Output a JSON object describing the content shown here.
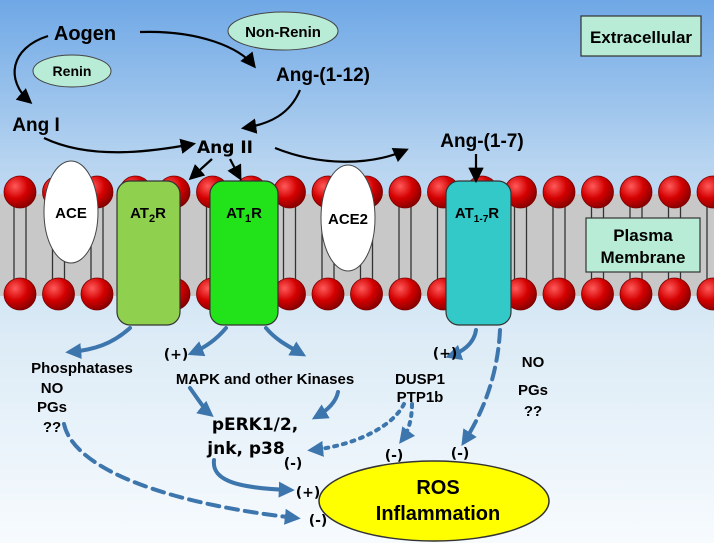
{
  "labels": {
    "extracellular": "Extracellular",
    "plasma_membrane_line1": "Plasma",
    "plasma_membrane_line2": "Membrane",
    "aogen": "Aogen",
    "non_renin": "Non-Renin",
    "renin": "Renin",
    "ang_i": "Ang I",
    "ang_1_12": "Ang-(1-12)",
    "ang_ii": "Ang II",
    "ang_1_7": "Ang-(1-7)",
    "ace": "ACE",
    "ace2": "ACE2",
    "at2r_main": "AT",
    "at2r_sub": "2",
    "at2r_tail": "R",
    "at1r_main": "AT",
    "at1r_sub": "1",
    "at1r_tail": "R",
    "at17r_main": "AT",
    "at17r_sub": "1-7",
    "at17r_tail": "R",
    "phosphatases": "Phosphatases",
    "no_left": "NO",
    "pgs_left": "PGs",
    "qq_left": "??",
    "plus_mapk": "(+)",
    "mapk": "MAPK and other Kinases",
    "perk_line1": "pERK1/2,",
    "perk_line2": "jnk, p38",
    "minus_perk": "(-)",
    "plus_dusp": "(+)",
    "dusp1": "DUSP1",
    "ptp1b": "PTP1b",
    "minus_dusp": "(-)",
    "no_right": "NO",
    "pgs_right": "PGs",
    "qq_right": "??",
    "minus_right": "(-)",
    "plus_ros": "(+)",
    "minus_ros": "(-)",
    "ros": "ROS",
    "inflammation": "Inflammation"
  },
  "colors": {
    "sky_top": "#6fa8e6",
    "sky_bottom": "#f7fbfe",
    "lipid_head": "#d40000",
    "membrane_band": "#c8c8c8",
    "at2r_fill": "#8fd14f",
    "at1r_fill": "#22e31a",
    "at17r_fill": "#33c9c9",
    "ellipse_label_fill": "#b9ecd6",
    "ros_fill": "#ffff00",
    "signal_arrow": "#3d75ad"
  }
}
